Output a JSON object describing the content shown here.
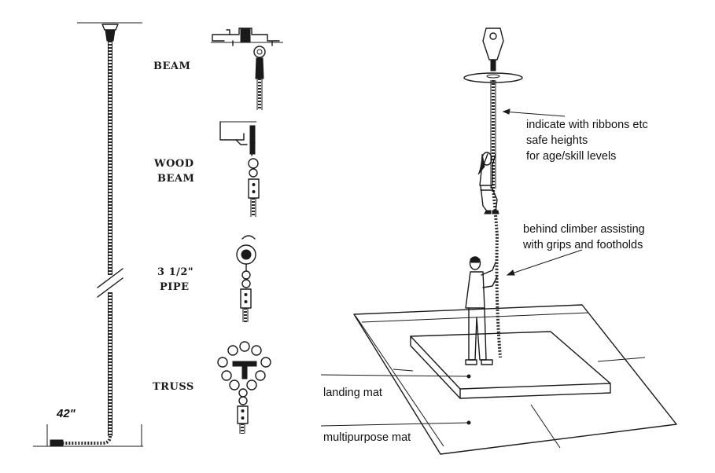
{
  "mounts": {
    "beam": "BEAM",
    "wood_beam_line1": "WOOD",
    "wood_beam_line2": "BEAM",
    "pipe_line1": "3 1/2\"",
    "pipe_line2": "PIPE",
    "truss": "TRUSS"
  },
  "rope": {
    "length_label": "42\""
  },
  "annotations": {
    "ribbons_line1": "indicate with ribbons etc",
    "ribbons_line2": "safe heights",
    "ribbons_line3": "for age/skill levels",
    "spotter_line1": "behind climber assisting",
    "spotter_line2": "with grips and footholds",
    "landing_mat": "landing mat",
    "multipurpose_mat": "multipurpose mat"
  }
}
